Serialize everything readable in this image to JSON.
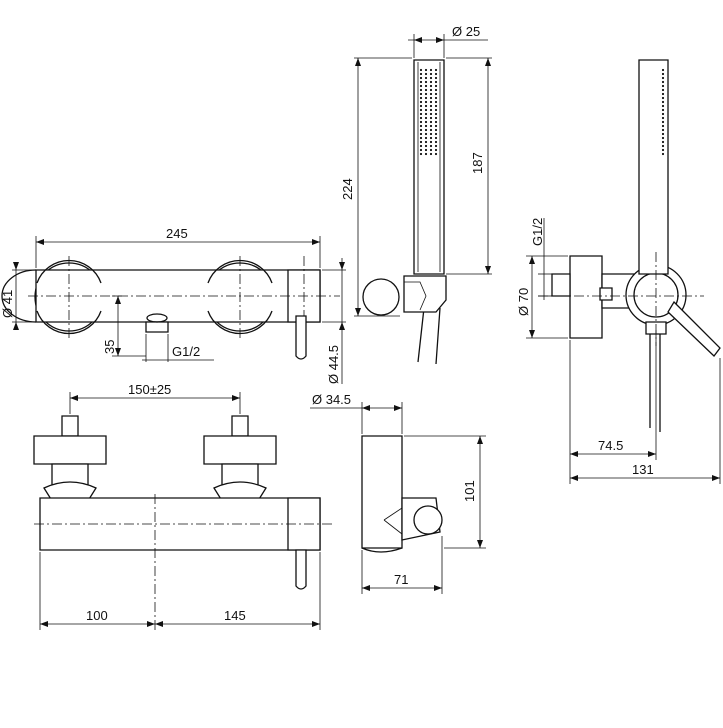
{
  "dimensions": {
    "d25": "Ø 25",
    "h224": "224",
    "h187": "187",
    "w245": "245",
    "d41": "Ø 41",
    "v35": "35",
    "g12_front": "G1/2",
    "d44_5": "Ø 44.5",
    "g12_side": "G1/2",
    "d70": "Ø 70",
    "d74_5": "74.5",
    "w131": "131",
    "c150": "150±25",
    "d34_5": "Ø 34.5",
    "h101": "101",
    "w71": "71",
    "w100": "100",
    "w145": "145"
  }
}
